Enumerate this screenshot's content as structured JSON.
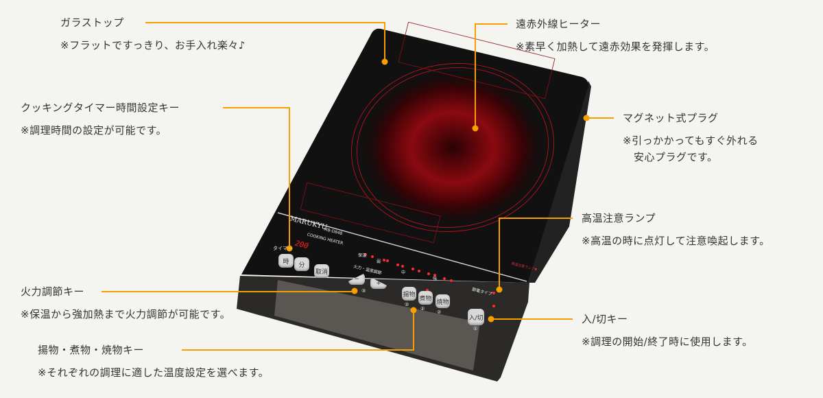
{
  "callouts": [
    {
      "id": "glass-top",
      "title": "ガラストップ",
      "desc": "※フラットですっきり、お手入れ楽々♪"
    },
    {
      "id": "far-infrared-heater",
      "title": "遠赤外線ヒーター",
      "desc": "※素早く加熱して遠赤効果を発揮します。"
    },
    {
      "id": "cooking-timer-key",
      "title": "クッキングタイマー時間設定キー",
      "desc": "※調理時間の設定が可能です。"
    },
    {
      "id": "magnet-plug",
      "title": "マグネット式プラグ",
      "desc": "※引っかかってもすぐ外れる",
      "desc2": "安心プラグです。"
    },
    {
      "id": "high-temp-lamp",
      "title": "高温注意ランプ",
      "desc": "※高温の時に点灯して注意喚起します。"
    },
    {
      "id": "heat-adjust-key",
      "title": "火力調節キー",
      "desc": "※保温から強加熱まで火力調節が可能です。"
    },
    {
      "id": "power-key",
      "title": "入/切キー",
      "desc": "※調理の開始/終了時に使用します。"
    },
    {
      "id": "mode-keys",
      "title": "揚物・煮物・焼物キー",
      "desc": "※それぞれの調理に適した温度設定を選べます。"
    }
  ],
  "product": {
    "brand": "MARUKYU",
    "model": "MB-D848",
    "subtitle": "COOKING HEATER",
    "display": "200",
    "timer_label": "タイマー",
    "hour": "時",
    "minute": "分",
    "cancel": "取消",
    "heat_label": "火力・温度調節",
    "minus": "−",
    "plus": "+",
    "levels": [
      "保温",
      "弱",
      "中",
      "強"
    ],
    "fry": "揚物",
    "simmer": "煮物",
    "grill": "焼物",
    "eco": "節電タイプ",
    "power": "入/切",
    "lamp": "高温注意ランプ▼",
    "n1": "①",
    "n2": "②",
    "n3": "③"
  },
  "colors": {
    "accent": "#f5a000",
    "background": "#f4f4f0",
    "body": "#141414",
    "heater": "#c8141e"
  }
}
